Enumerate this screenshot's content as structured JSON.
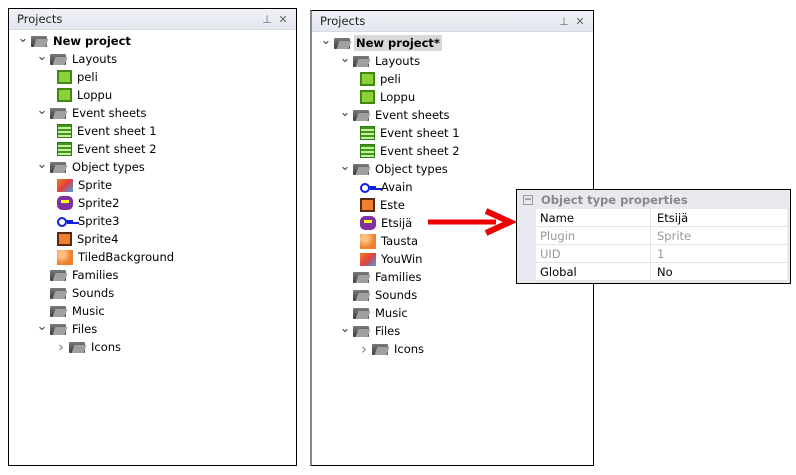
{
  "left_panel": {
    "title": "Projects",
    "pin_icon": "pin-icon",
    "close_icon": "close-icon",
    "items": [
      {
        "level": 0,
        "chev": "down",
        "icon": "folder",
        "label": "New project",
        "bold": true
      },
      {
        "level": 1,
        "chev": "down",
        "icon": "folder",
        "label": "Layouts"
      },
      {
        "level": 2,
        "icon": "layout",
        "label": "peli"
      },
      {
        "level": 2,
        "icon": "layout",
        "label": "Loppu"
      },
      {
        "level": 1,
        "chev": "down",
        "icon": "folder",
        "label": "Event sheets"
      },
      {
        "level": 2,
        "icon": "event",
        "label": "Event sheet 1"
      },
      {
        "level": 2,
        "icon": "event",
        "label": "Event sheet 2"
      },
      {
        "level": 1,
        "chev": "down",
        "icon": "folder",
        "label": "Object types"
      },
      {
        "level": 2,
        "icon": "sprite",
        "label": "Sprite"
      },
      {
        "level": 2,
        "icon": "sprite2",
        "label": "Sprite2"
      },
      {
        "level": 2,
        "icon": "key",
        "label": "Sprite3"
      },
      {
        "level": 2,
        "icon": "box",
        "label": "Sprite4"
      },
      {
        "level": 2,
        "icon": "tiled",
        "label": "TiledBackground"
      },
      {
        "level": 1,
        "icon": "folder",
        "label": "Families"
      },
      {
        "level": 1,
        "icon": "folder",
        "label": "Sounds"
      },
      {
        "level": 1,
        "icon": "folder",
        "label": "Music"
      },
      {
        "level": 1,
        "chev": "down",
        "icon": "folder",
        "label": "Files"
      },
      {
        "level": 2,
        "chev": "right",
        "icon": "folder",
        "label": "Icons",
        "sub": true
      }
    ]
  },
  "right_panel": {
    "title": "Projects",
    "pin_icon": "pin-icon",
    "close_icon": "close-icon",
    "items": [
      {
        "level": 0,
        "chev": "down",
        "icon": "folder",
        "label": "New project*",
        "bold": true,
        "selected": true
      },
      {
        "level": 1,
        "chev": "down",
        "icon": "folder",
        "label": "Layouts"
      },
      {
        "level": 2,
        "icon": "layout",
        "label": "peli"
      },
      {
        "level": 2,
        "icon": "layout",
        "label": "Loppu"
      },
      {
        "level": 1,
        "chev": "down",
        "icon": "folder",
        "label": "Event sheets"
      },
      {
        "level": 2,
        "icon": "event",
        "label": "Event sheet 1"
      },
      {
        "level": 2,
        "icon": "event",
        "label": "Event sheet 2"
      },
      {
        "level": 1,
        "chev": "down",
        "icon": "folder",
        "label": "Object types"
      },
      {
        "level": 2,
        "icon": "key",
        "label": "Avain"
      },
      {
        "level": 2,
        "icon": "box",
        "label": "Este"
      },
      {
        "level": 2,
        "icon": "sprite2",
        "label": "Etsijä"
      },
      {
        "level": 2,
        "icon": "tiled",
        "label": "Tausta"
      },
      {
        "level": 2,
        "icon": "sprite",
        "label": "YouWin"
      },
      {
        "level": 1,
        "icon": "folder",
        "label": "Families"
      },
      {
        "level": 1,
        "icon": "folder",
        "label": "Sounds"
      },
      {
        "level": 1,
        "icon": "folder",
        "label": "Music"
      },
      {
        "level": 1,
        "chev": "down",
        "icon": "folder",
        "label": "Files"
      },
      {
        "level": 2,
        "chev": "right",
        "icon": "folder",
        "label": "Icons",
        "sub": true
      }
    ]
  },
  "properties": {
    "header": "Object type properties",
    "rows": [
      {
        "key": "Name",
        "value": "Etsijä",
        "disabled": false
      },
      {
        "key": "Plugin",
        "value": "Sprite",
        "disabled": true
      },
      {
        "key": "UID",
        "value": "1",
        "disabled": true
      },
      {
        "key": "Global",
        "value": "No",
        "disabled": false
      }
    ]
  },
  "arrow_color": "#ee0000"
}
